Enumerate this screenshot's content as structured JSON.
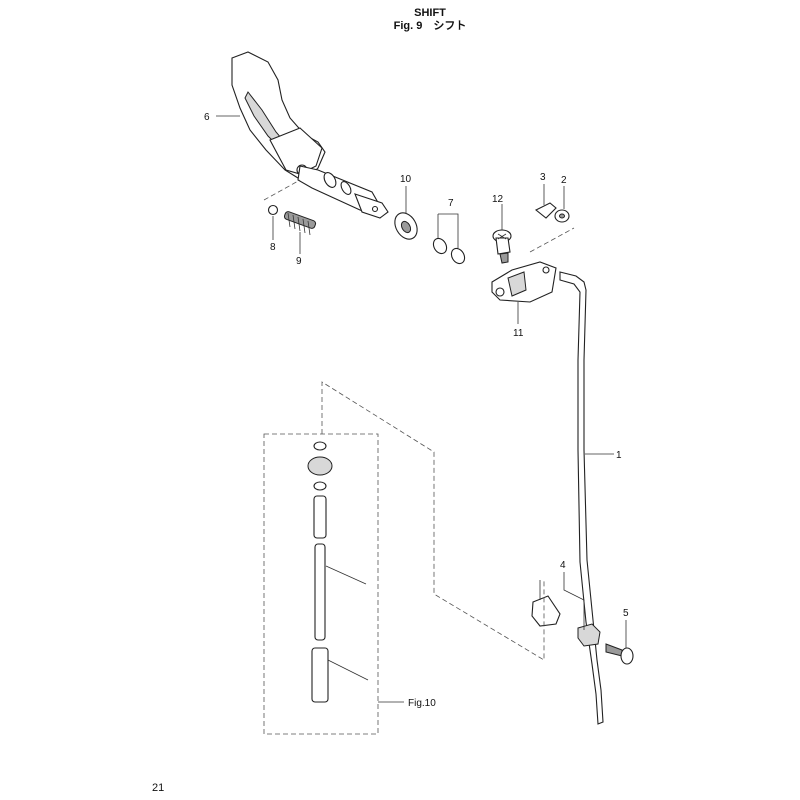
{
  "header": {
    "title": "SHIFT",
    "figure": "Fig. 9　シフト"
  },
  "callouts": {
    "c1": "1",
    "c2": "2",
    "c3": "3",
    "c4": "4",
    "c5": "5",
    "c6": "6",
    "c7": "7",
    "c8": "8",
    "c9": "9",
    "c10": "10",
    "c11": "11",
    "c12": "12",
    "fig10": "Fig.10"
  },
  "page_number": "21"
}
